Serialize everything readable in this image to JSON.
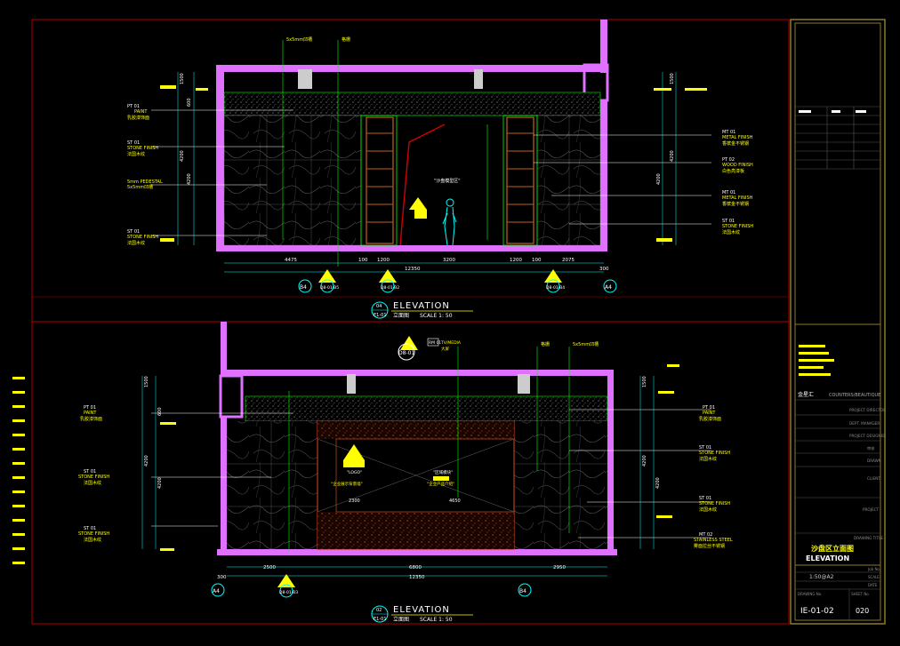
{
  "colors": {
    "background": "#000000",
    "frame_red": "#b00000",
    "wall_magenta": "#c040e0",
    "wall_fill": "#e070ff",
    "annotation_yellow": "#ffff00",
    "leader_green": "#00ff00",
    "dim_cyan": "#00ffff",
    "text_white": "#ffffff",
    "marker_yellow": "#ffff00",
    "titleblock_olive": "#8a7a2a",
    "hatch_grey": "#7a7a7a",
    "wood_orange": "#c06020",
    "screen_red": "#b04020"
  },
  "top_elevation": {
    "title": "ELEVATION",
    "subtitle": "立面图",
    "scale": "SCALE 1: 50",
    "ref_top": "04",
    "ref_bottom": "E1-01",
    "left_labels": [
      {
        "code": "PT 01",
        "name": "PAINT",
        "cn": "乳胶漆饰面"
      },
      {
        "code": "ST 01",
        "name": "STONE FINISH",
        "cn": "法国木纹"
      },
      {
        "code": "",
        "name": "5mm PEDESTAL",
        "cn": "5x5mm凹槽"
      },
      {
        "code": "ST 01",
        "name": "STONE FINISH",
        "cn": "法国木纹"
      }
    ],
    "right_labels": [
      {
        "code": "MT 01",
        "name": "METAL FINISH",
        "cn": "香槟金不锈钢"
      },
      {
        "code": "PT 02",
        "name": "WOOD FINISH",
        "cn": "白色亮漆板"
      },
      {
        "code": "MT 01",
        "name": "METAL FINISH",
        "cn": "香槟金不锈钢"
      },
      {
        "code": "ST 01",
        "name": "STONE FINISH",
        "cn": "法国木纹"
      }
    ],
    "top_notes": [
      "5x5mm凹槽",
      "格栅"
    ],
    "center_note": "\"沙盘模型区\"",
    "heights_left": [
      "1500",
      "4200",
      "4200",
      "600"
    ],
    "heights_right": [
      "1500",
      "4200",
      "4200"
    ],
    "dims_bottom": [
      "4475",
      "100",
      "1200",
      "3200",
      "1200",
      "100",
      "2075",
      "300"
    ],
    "dim_total": "12350",
    "grid_refs": [
      "B4",
      "D8-01-B5",
      "D8-01-B2",
      "D8-01-B4",
      "A4"
    ]
  },
  "bottom_elevation": {
    "title": "ELEVATION",
    "subtitle": "立面图",
    "scale": "SCALE 1: 50",
    "ref_top": "02",
    "ref_bottom": "E1-01",
    "callout_top": "D8-01",
    "tv_box": {
      "code": "RM 01",
      "name": "TV/MEDIA",
      "cn": "大屏"
    },
    "left_labels": [
      {
        "code": "PT 01",
        "name": "PAINT",
        "cn": "乳胶漆饰面"
      },
      {
        "code": "ST 01",
        "name": "STONE FINISH",
        "cn": "法国木纹"
      },
      {
        "code": "ST 01",
        "name": "STONE FINISH",
        "cn": "法国木纹"
      }
    ],
    "right_labels": [
      {
        "code": "PT 01",
        "name": "PAINT",
        "cn": "乳胶漆饰面"
      },
      {
        "code": "ST 01",
        "name": "STONE FINISH",
        "cn": "法国木纹"
      },
      {
        "code": "ST 01",
        "name": "STONE FINISH",
        "cn": "法国木纹"
      },
      {
        "code": "MT 02",
        "name": "STAINLESS STEEL",
        "cn": "雾面拉丝不锈钢"
      }
    ],
    "top_notes": [
      "格栅",
      "5x5mm凹槽"
    ],
    "center_notes": [
      "\"LOGO\"",
      "\"企业展示背景墙\"",
      "\"区域模块\"",
      "\"企业产品介绍\""
    ],
    "heights_left": [
      "1500",
      "4200",
      "4200",
      "600"
    ],
    "heights_right": [
      "1500",
      "4200",
      "4200"
    ],
    "inner_dims": [
      "2300",
      "4650"
    ],
    "dims_bottom": [
      "300",
      "2500",
      "6800",
      "2950"
    ],
    "dim_total": "12350",
    "grid_refs": [
      "A4",
      "D8-01-B3",
      "B4"
    ]
  },
  "title_block": {
    "company": "金星汇",
    "client_label": "COUNTERS/BEAUTIQUE",
    "rows": [
      "PROJECT DIRECTOR",
      "DEPT. MANAGER",
      "PROJECT DESIGNER",
      "审核",
      "DRAWN",
      "CLIENT",
      "PROJECT"
    ],
    "drawing_title_label": "DRAWING TITLE",
    "drawing_title_cn": "沙盘区立面图",
    "drawing_title_en": "ELEVATION",
    "job_no_label": "Job No.",
    "scale_label": "SCALE",
    "scale_value": "1:50@A2",
    "date_label": "DATE",
    "drawing_no_label": "DRAWING No.",
    "sheet_no_label": "SHEET No.",
    "drawing_no": "IE-01-02",
    "sheet_no": "020"
  }
}
